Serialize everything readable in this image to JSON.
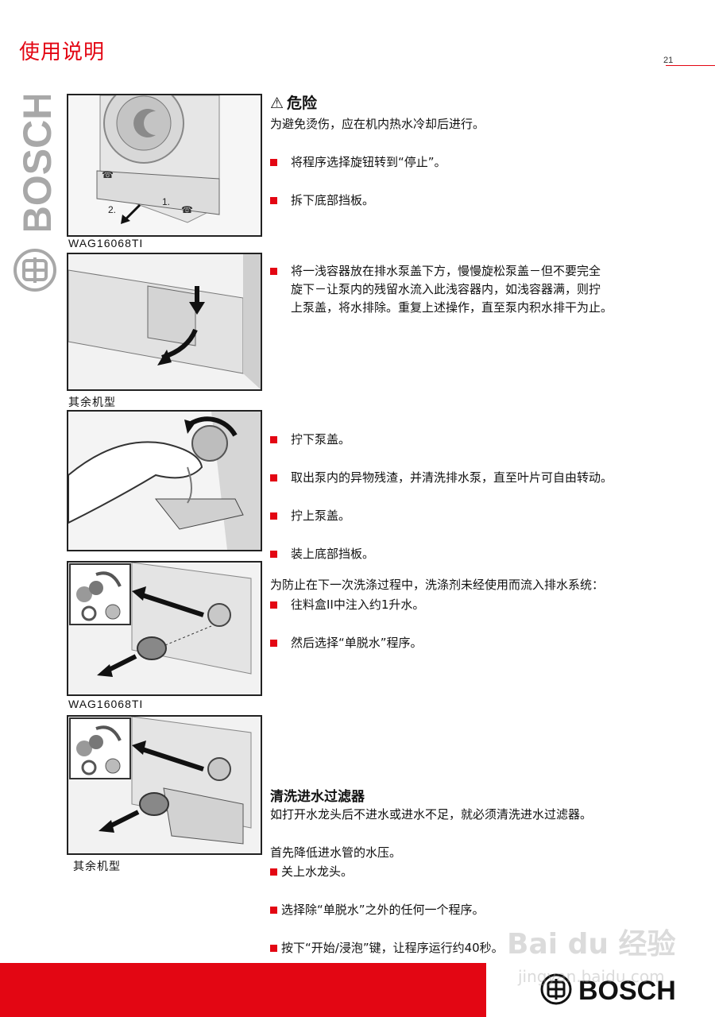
{
  "header": {
    "title": "使用说明",
    "page_number": "21"
  },
  "brand": {
    "side_wordmark": "BOSCH",
    "footer_wordmark": "BOSCH",
    "accent_color": "#e30613"
  },
  "figures": {
    "captions": [
      "WAG16068TI",
      "其余机型",
      "WAG16068TI",
      "其余机型"
    ],
    "fig1_labels": {
      "step1": "1.",
      "step2": "2."
    }
  },
  "danger": {
    "title": "危险",
    "icon": "warning-triangle-icon",
    "intro": "为避免烫伤，应在机内热水冷却后进行。",
    "bullets": [
      "将程序选择旋钮转到“停止”。",
      "拆下底部挡板。"
    ]
  },
  "pump_cover": {
    "paragraph": [
      "将一浅容器放在排水泵盖下方，慢慢旋松泵盖－但不要完全",
      "旋下－让泵内的残留水流入此浅容器内，如浅容器满，则拧",
      "上泵盖，将水排除。重复上述操作，直至泵内积水排干为止。"
    ]
  },
  "pump_steps": {
    "bullets": [
      "拧下泵盖。",
      "取出泵内的异物残渣，并清洗排水泵，直至叶片可自由转动。",
      "拧上泵盖。",
      "装上底部挡板。"
    ]
  },
  "prevent": {
    "intro": "为防止在下一次洗涤过程中，洗涤剂未经使用而流入排水系统：",
    "bullets": [
      "往料盒II中注入约1升水。",
      "然后选择“单脱水”程序。"
    ]
  },
  "inlet_filter": {
    "title": "清洗进水过滤器",
    "intro": "如打开水龙头后不进水或进水不足，就必须清洗进水过滤器。",
    "step_intro": "首先降低进水管的水压。",
    "bullets": [
      "关上水龙头。",
      "选择除“单脱水”之外的任何一个程序。",
      "按下“开始/浸泡”键，让程序运行约40秒。"
    ]
  },
  "watermark": {
    "logo_text": "Bai du 经验",
    "url": "jingyan.baidu.com"
  }
}
